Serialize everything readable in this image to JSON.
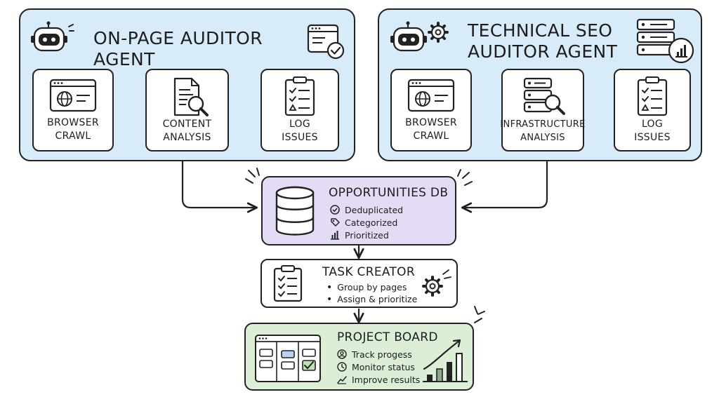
{
  "agents": [
    {
      "title": "ON-PAGE AUDITOR AGENT",
      "steps": [
        {
          "line1": "BROWSER",
          "line2": "CRAWL",
          "icon": "browser-globe-icon"
        },
        {
          "line1": "CONTENT",
          "line2": "ANALYSIS",
          "icon": "document-magnifier-icon"
        },
        {
          "line1": "LOG",
          "line2": "ISSUES",
          "icon": "clipboard-checklist-icon"
        }
      ]
    },
    {
      "title_line1": "TECHNICAL SEO",
      "title_line2": "AUDITOR AGENT",
      "steps": [
        {
          "line1": "BROWSER",
          "line2": "CRAWL",
          "icon": "browser-globe-icon"
        },
        {
          "line1": "INFRASTRUCTURE",
          "line2": "ANALYSIS",
          "icon": "server-magnifier-icon"
        },
        {
          "line1": "LOG",
          "line2": "ISSUES",
          "icon": "clipboard-checklist-icon"
        }
      ]
    }
  ],
  "opportunities": {
    "title": "OPPORTUNITIES DB",
    "items": [
      "Deduplicated",
      "Categorized",
      "Prioritized"
    ]
  },
  "task_creator": {
    "title": "TASK CREATOR",
    "items": [
      "Group by pages",
      "Assign & prioritize"
    ]
  },
  "project_board": {
    "title": "PROJECT BOARD",
    "items": [
      "Track progess",
      "Monitor status",
      "Improve results"
    ]
  },
  "colors": {
    "agent_fill": "#d8ebf8",
    "db_fill": "#e4dcf5",
    "board_fill": "#dcefd6",
    "ink": "#222222"
  }
}
